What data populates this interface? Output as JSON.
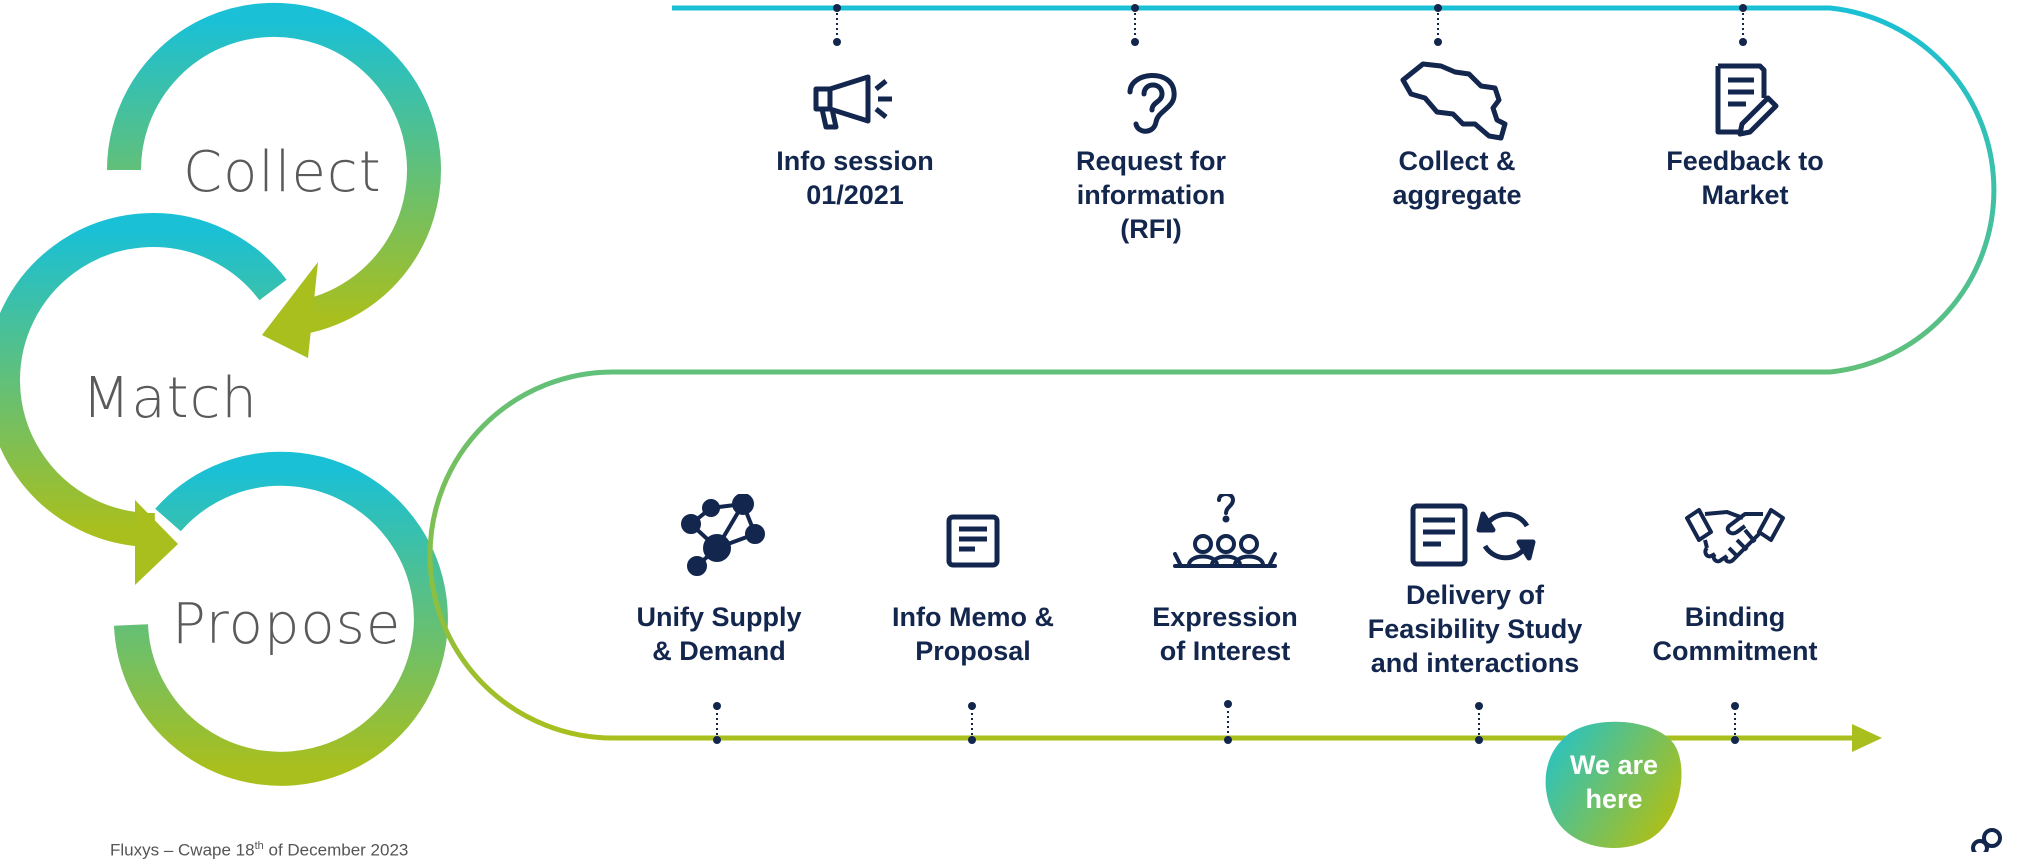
{
  "cycle": {
    "collect": "Collect",
    "match": "Match",
    "propose": "Propose"
  },
  "top_steps": [
    {
      "label_1": "Info session",
      "label_2": "01/2021",
      "label_3": "",
      "icon": "megaphone-icon"
    },
    {
      "label_1": "Request for",
      "label_2": "information",
      "label_3": "(RFI)",
      "icon": "ear-icon"
    },
    {
      "label_1": "Collect &",
      "label_2": "aggregate",
      "label_3": "",
      "icon": "belgium-map-icon"
    },
    {
      "label_1": "Feedback to",
      "label_2": "Market",
      "label_3": "",
      "icon": "document-pen-icon"
    }
  ],
  "bottom_steps": [
    {
      "label_1": "Unify Supply",
      "label_2": "& Demand",
      "label_3": "",
      "icon": "network-icon"
    },
    {
      "label_1": "Info Memo &",
      "label_2": "Proposal",
      "label_3": "",
      "icon": "document-icon"
    },
    {
      "label_1": "Expression",
      "label_2": "of Interest",
      "label_3": "",
      "icon": "audience-question-icon"
    },
    {
      "label_1": "Delivery of",
      "label_2": "Feasibility Study",
      "label_3": "and interactions",
      "icon": "document-refresh-icon"
    },
    {
      "label_1": "Binding",
      "label_2": "Commitment",
      "label_3": "",
      "icon": "handshake-icon"
    }
  ],
  "badge": {
    "line_1": "We are",
    "line_2": "here"
  },
  "footer": {
    "text_a": "Fluxys – Cwape 18",
    "sup": "th",
    "text_b": " of December 2023"
  },
  "colors": {
    "teal": "#19c0d6",
    "lime": "#a9bf1d",
    "navy": "#13264d",
    "label_gray": "#5a5a5a"
  }
}
